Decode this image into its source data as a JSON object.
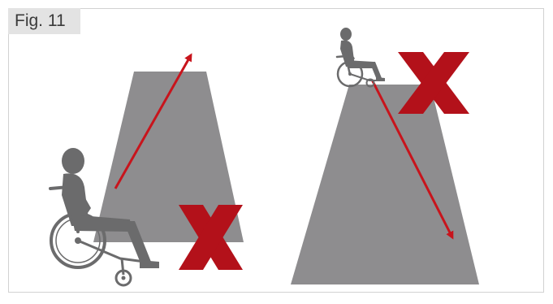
{
  "figure": {
    "label": "Fig. 11"
  },
  "colors": {
    "ramp": "#8e8d8f",
    "arrow": "#c8141c",
    "cross": "#b3111a",
    "figure": "#6b6b6c",
    "wheel": "#6b6b6c",
    "tab_background": "#e3e3e3",
    "frame_border": "#d2d2d2"
  },
  "panels": [
    {
      "name": "left",
      "description_icons": [
        "wheelchair-user-icon",
        "up-arrow-icon",
        "cross-icon"
      ]
    },
    {
      "name": "right",
      "description_icons": [
        "wheelchair-user-icon",
        "down-arrow-icon",
        "cross-icon"
      ]
    }
  ]
}
